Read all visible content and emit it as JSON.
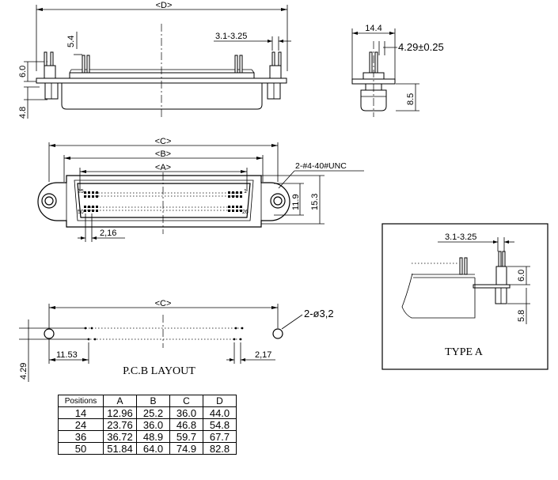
{
  "dims": {
    "D": "<D>",
    "C": "<C>",
    "B": "<B>",
    "A": "<A>",
    "C_pcb": "<C>",
    "d54": "5.4",
    "d31": "3.1-3.25",
    "d60": "6.0",
    "d48": "4.8",
    "d144": "14.4",
    "d429tol": "4.29±0.25",
    "d85": "8.5",
    "thread": "2-#4-40#UNC",
    "d119": "11.9",
    "d153": "15.3",
    "d216": "2,16",
    "hole": "2-ø3,2",
    "d1153": "11.53",
    "d217": "2,17",
    "d429": "4.29",
    "pin25": "25",
    "pin1": "1",
    "pin50": "50",
    "pin26": "26"
  },
  "labels": {
    "pcb_layout": "P.C.B LAYOUT",
    "type_a": "TYPE A"
  },
  "typeA": {
    "d31": "3.1-3.25",
    "d60": "6.0",
    "d58": "5.8"
  },
  "table": {
    "headers": [
      "Positions",
      "A",
      "B",
      "C",
      "D"
    ],
    "rows": [
      [
        "14",
        "12.96",
        "25.2",
        "36.0",
        "44.0"
      ],
      [
        "24",
        "23.76",
        "36.0",
        "46.8",
        "54.8"
      ],
      [
        "36",
        "36.72",
        "48.9",
        "59.7",
        "67.7"
      ],
      [
        "50",
        "51.84",
        "64.0",
        "74.9",
        "82.8"
      ]
    ]
  }
}
